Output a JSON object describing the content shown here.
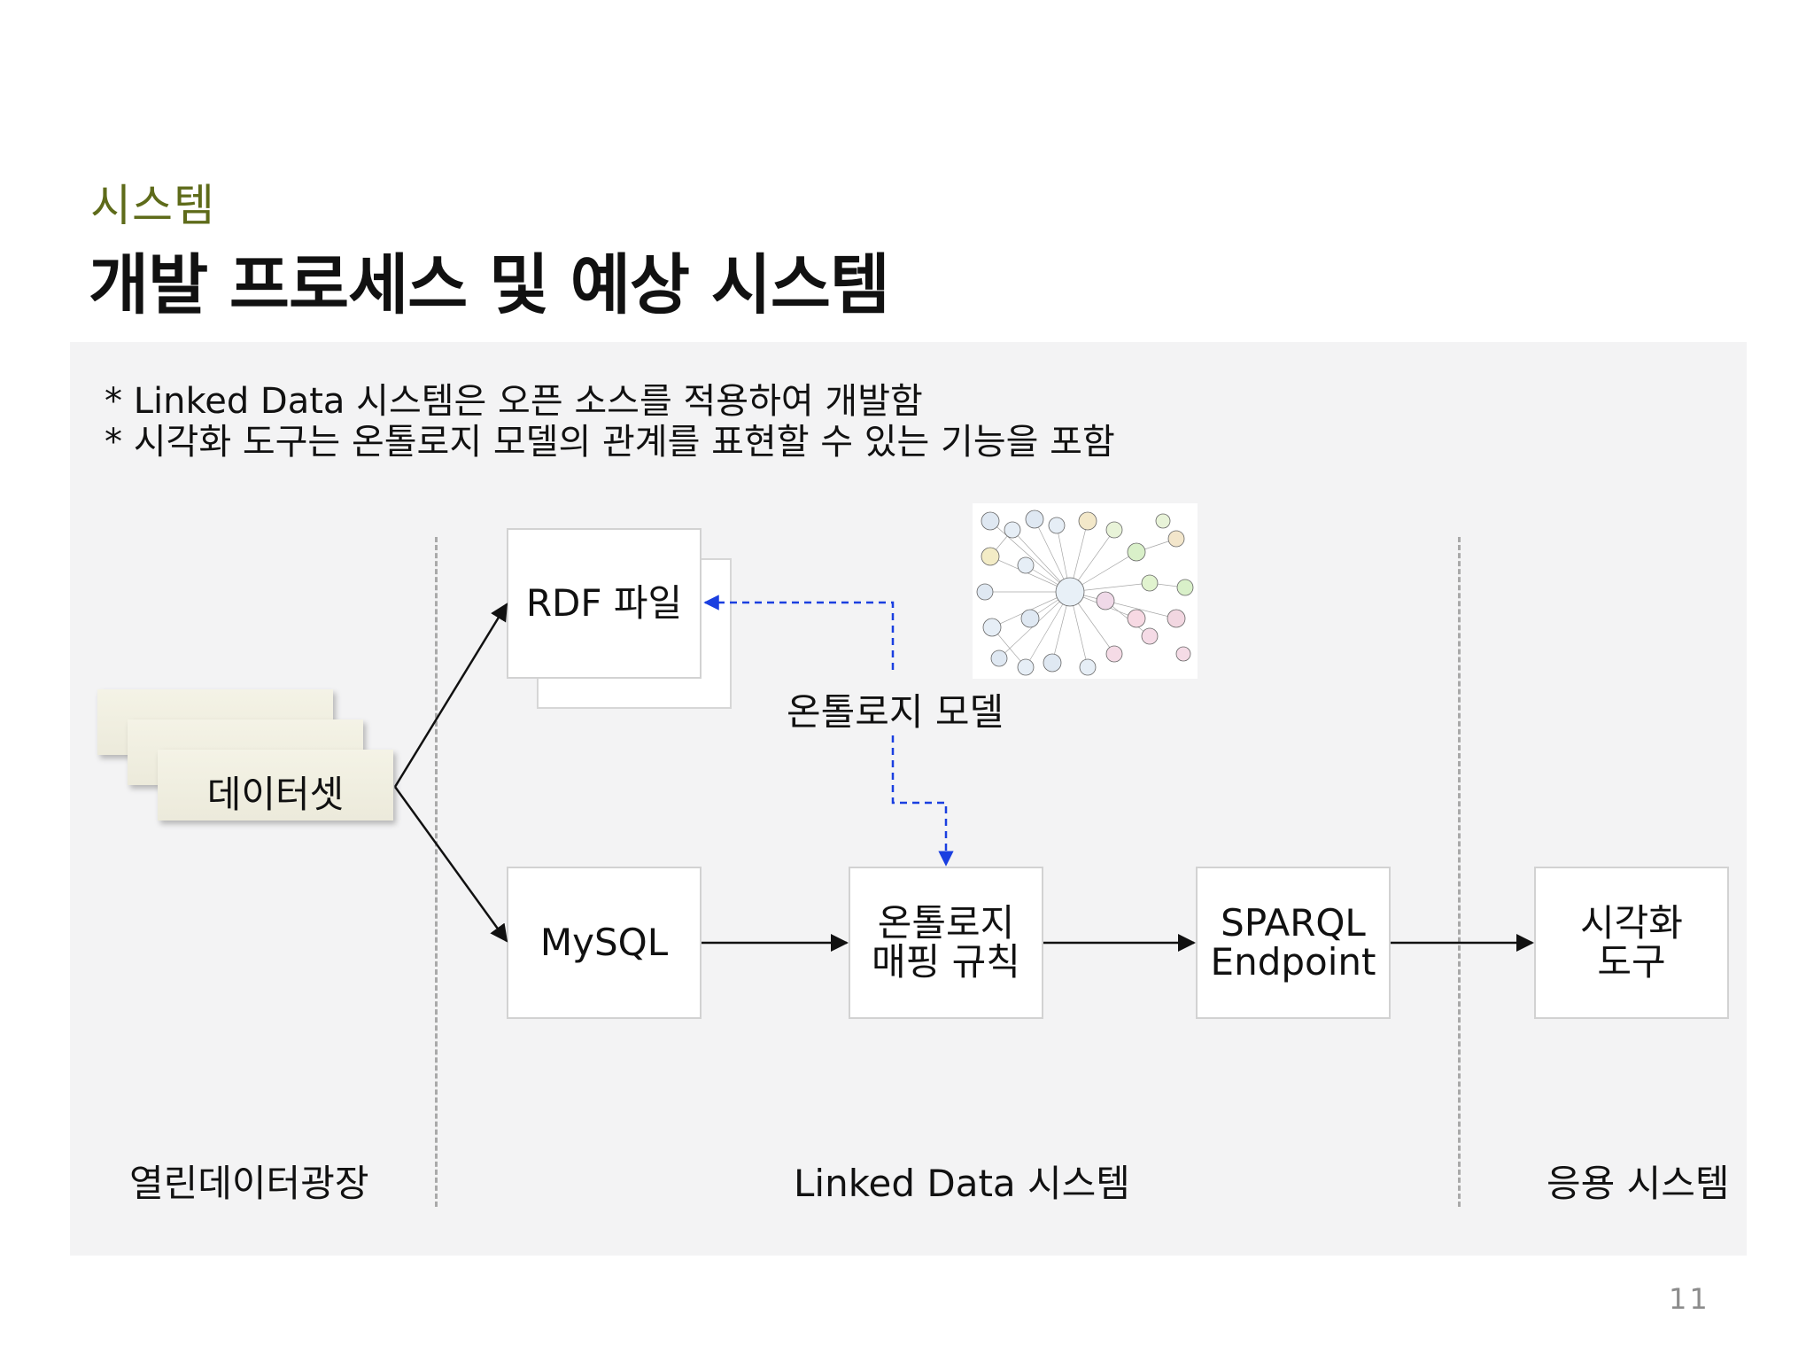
{
  "header": {
    "category": "시스템",
    "title": "개발 프로세스 및 예상 시스템"
  },
  "notes": [
    "* Linked Data 시스템은 오픈 소스를 적용하여 개발함",
    "* 시각화 도구는 온톨로지 모델의 관계를 표현할 수 있는 기능을 포함"
  ],
  "diagram": {
    "dataset": "데이터셋",
    "rdf_file": "RDF 파일",
    "mysql": "MySQL",
    "ontology_model": "온톨로지 모델",
    "mapping_line1": "온톨로지",
    "mapping_line2": "매핑 규칙",
    "sparql_line1": "SPARQL",
    "sparql_line2": "Endpoint",
    "viz_line1": "시각화",
    "viz_line2": "도구"
  },
  "sections": {
    "left": "열린데이터광장",
    "middle": "Linked Data 시스템",
    "right": "응용 시스템"
  },
  "page_number": "11",
  "colors": {
    "category": "#5e6b1a",
    "dashed_arrow": "#1a3fe0",
    "panel": "#f3f3f4"
  }
}
